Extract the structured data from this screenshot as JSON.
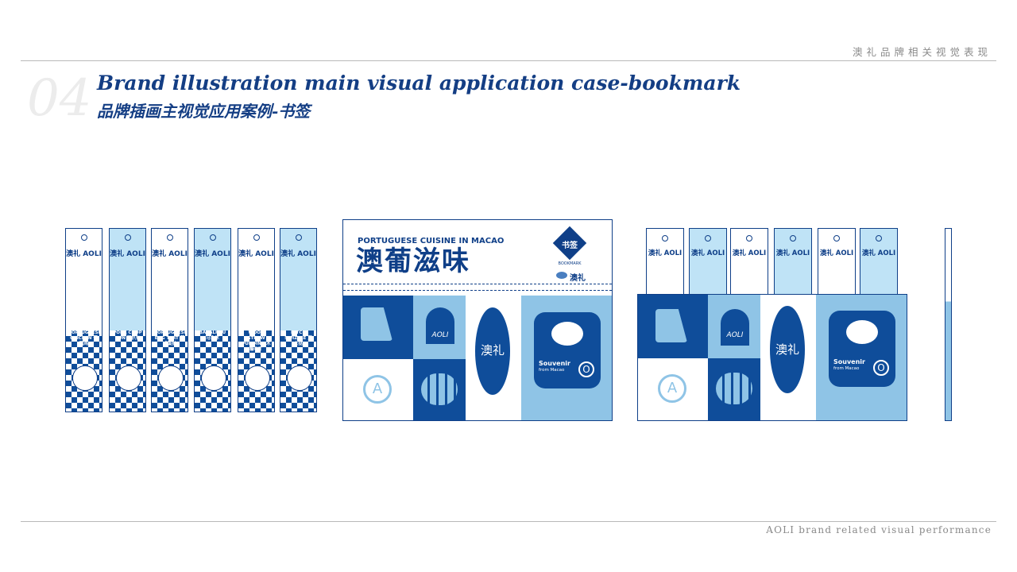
{
  "header": {
    "cn_title": "澳礼品牌相关视觉表现"
  },
  "section": {
    "number": "04",
    "title_en": "Brand illustration main visual application case-bookmark",
    "title_cn": "品牌插画主视觉应用案例-书签"
  },
  "footer": {
    "text": "AOLI brand related visual performance"
  },
  "bookmarks": {
    "logo": "澳礼 AOLI",
    "items": [
      {
        "label": "PORTUGUESE CHICKEN 葡国鸡",
        "color": "#ffffff"
      },
      {
        "label": "PORK CHOP BUN 猪扒包",
        "color": "#bfe3f6"
      },
      {
        "label": "PORTUGUESE EGG TART 葡式蛋挞",
        "color": "#ffffff"
      },
      {
        "label": "BACALHAU 马介休",
        "color": "#bfe3f6"
      },
      {
        "label": "WOOD STRAW PUDDING 木糠布丁",
        "color": "#ffffff"
      },
      {
        "label": "DITCH SWIZZLE 芝士挞",
        "color": "#bfe3f6"
      }
    ]
  },
  "packaging": {
    "top_line": "PORTUGUESE CUISINE IN MACAO",
    "main_title": "澳葡滋味",
    "badge_cn": "书签",
    "badge_en": "BOOKMARK",
    "brand_small": "澳礼",
    "aoli_text": "AOLI",
    "oval_text": "澳礼",
    "souvenir_line1": "Souvenir",
    "souvenir_line2": "from Macao",
    "letter_a": "A",
    "letter_o": "O"
  },
  "colors": {
    "navy": "#0f4d9a",
    "light_blue": "#bfe3f6",
    "mid_blue": "#8fc4e6"
  }
}
